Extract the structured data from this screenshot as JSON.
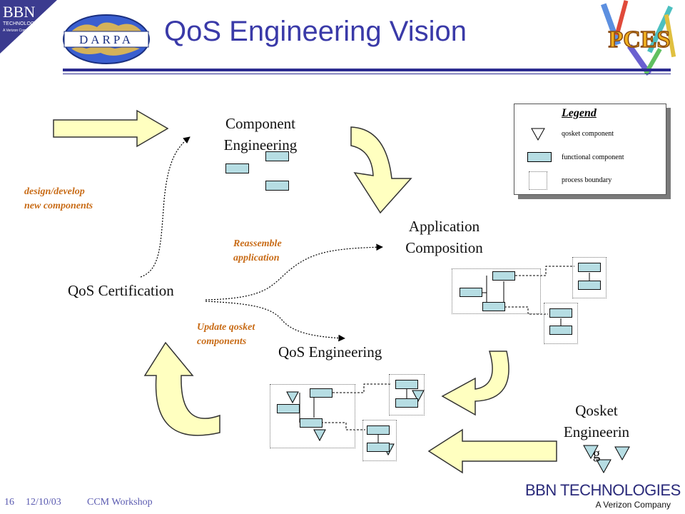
{
  "header": {
    "title": "QoS Engineering Vision",
    "bbn_logo_letters": "BBN",
    "bbn_logo_sub1": "TECHNOLOGIES",
    "bbn_logo_sub2": "A Verizon Company",
    "darpa_logo_text": "DARPA",
    "pces_logo_text": "PCES"
  },
  "legend": {
    "title": "Legend",
    "items": [
      {
        "icon": "qosket-triangle-icon",
        "label": "qosket component"
      },
      {
        "icon": "functional-rect-icon",
        "label": "functional component"
      },
      {
        "icon": "process-boundary-icon",
        "label": "process boundary"
      }
    ]
  },
  "stages": {
    "component_engineering": [
      "Component",
      "Engineering"
    ],
    "application_composition": [
      "Application",
      "Composition"
    ],
    "qos_certification": "QoS Certification",
    "qos_engineering": "QoS Engineering",
    "qosket_engineering": [
      "Qosket",
      "Engineerin",
      "g"
    ]
  },
  "annotations": {
    "design_develop": [
      "design/develop",
      "new components"
    ],
    "reassemble": [
      "Reassemble",
      "application"
    ],
    "update_qosket": [
      "Update qosket",
      "components"
    ]
  },
  "footer": {
    "slide_number": "16",
    "date": "12/10/03",
    "event": "CCM Workshop",
    "brand": "BBN TECHNOLOGIES",
    "brand_sub": "A Verizon Company"
  },
  "colors": {
    "title": "#3a3aa8",
    "annotation": "#c86b16",
    "arrow_fill": "#ffffc0",
    "component_fill": "#b6dde3",
    "rule": "#2c2c90"
  }
}
